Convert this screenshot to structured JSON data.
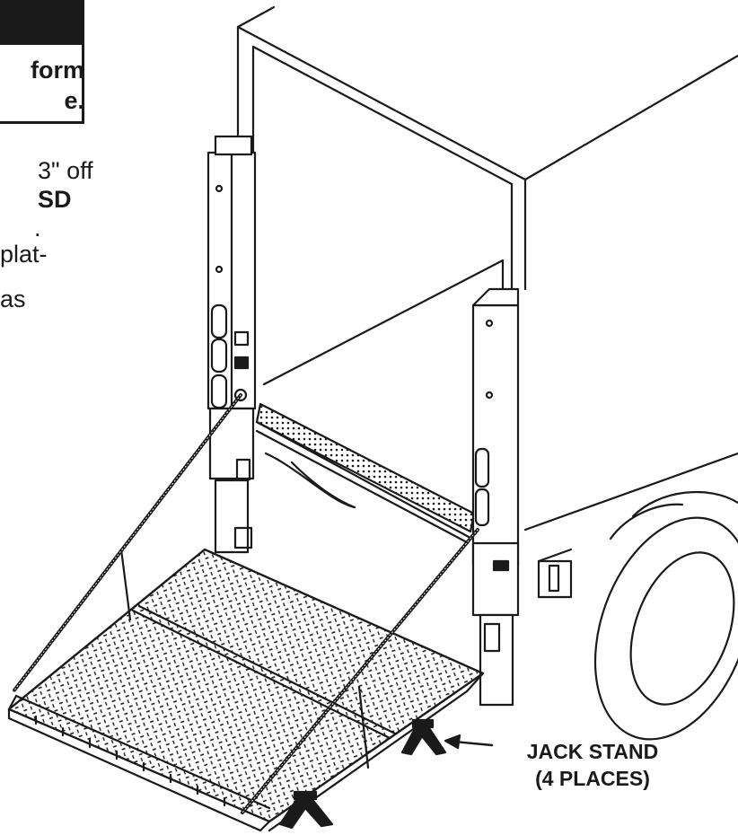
{
  "warning": {
    "line1": "form",
    "line2": "e."
  },
  "instructions": {
    "line1": "3\" off",
    "line2": "SD",
    "line3": ".",
    "line4": "plat-",
    "line5": "as"
  },
  "callout": {
    "line1": "JACK STAND",
    "line2": "(4 PLACES)"
  }
}
